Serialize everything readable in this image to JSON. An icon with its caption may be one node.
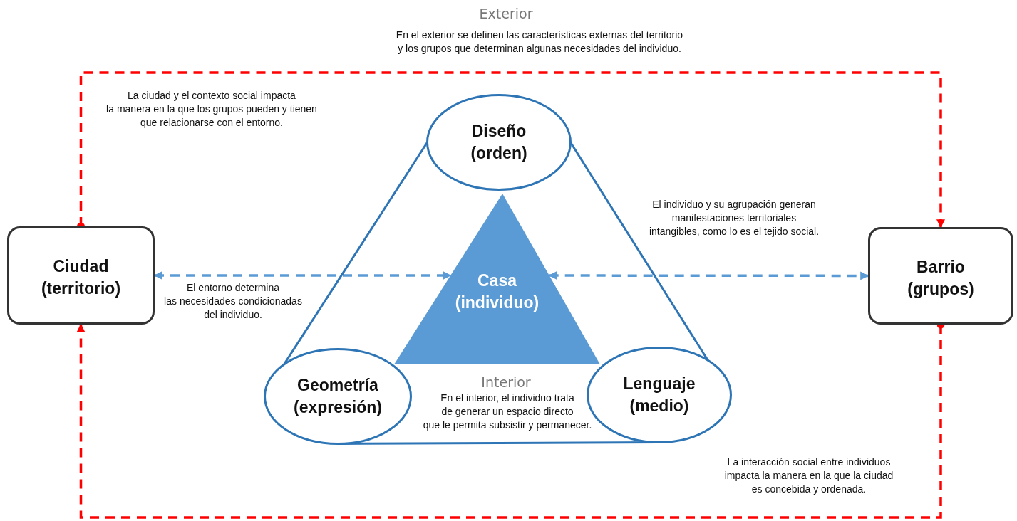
{
  "diagram": {
    "nodes": [
      {
        "text": [
          "Ciudad (territorio)"
        ]
      },
      {
        "text": [
          "Barrio (grupos)"
        ]
      },
      {
        "text": [
          "Diseño (orden)"
        ]
      },
      {
        "text": [
          "Casa (individuo)"
        ]
      },
      {
        "text": [
          "Geometría (expresión)"
        ]
      },
      {
        "text": [
          "Lenguaje (medio)"
        ]
      }
    ],
    "edges": [
      {
        "from": 0,
        "to": 1,
        "arrow": "to",
        "style": "dashed",
        "color": "#ff0000"
      },
      {
        "from": 1,
        "to": 0,
        "arrow": "to",
        "style": "dashed",
        "color": "#ff0000"
      },
      {
        "from": 0,
        "to": 3,
        "arrow": "both",
        "style": "dashed",
        "color": "#5b9bd5"
      },
      {
        "from": 3,
        "to": 1,
        "arrow": "both",
        "style": "dashed",
        "color": "#5b9bd5"
      },
      {
        "from": 2,
        "to": 4,
        "arrow": "none",
        "color": "#2e75b6"
      },
      {
        "from": 2,
        "to": 5,
        "arrow": "none",
        "color": "#2e75b6"
      },
      {
        "from": 4,
        "to": 5,
        "arrow": "none",
        "color": "#2e75b6"
      }
    ],
    "labels": [
      "Exterior",
      "En el exterior se definen las características externas del territorio y los grupos que determinan algunas necesidades del individuo.",
      "La ciudad y el contexto social impacta la manera en la que los grupos pueden y tienen que relacionarse con el entorno.",
      "El individuo y su agrupación generan manifestaciones territoriales intangibles, como lo es el tejido social.",
      "El entorno determina las necesidades condicionadas del individuo.",
      "Interior",
      "En el interior, el individuo trata de generar un espacio directo que le permita subsistir y permanecer.",
      "La interacción social entre individuos impacta la manera en la que la ciudad es concebida y ordenada."
    ]
  }
}
